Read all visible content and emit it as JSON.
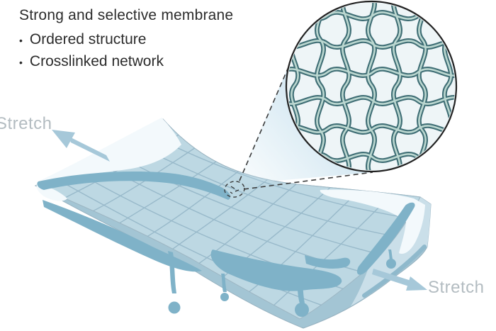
{
  "header": {
    "title": "Strong and selective membrane",
    "bullet_char": "•",
    "bullets": [
      "Ordered structure",
      "Crosslinked network"
    ]
  },
  "diagram": {
    "stretch_label_left": "Stretch",
    "stretch_label_right": "Stretch",
    "colors": {
      "membrane_top": "#bdd8e3",
      "membrane_side": "#a3c5d4",
      "membrane_right_face": "#cadfe9",
      "membrane_grid_line": "#8fb2c4",
      "membrane_dark_patch": "#7fb2c8",
      "membrane_highlight": "#f3f9fc",
      "arrow": "#a6c8d9",
      "label_gray": "#b3bcc1",
      "text_dark": "#2c2c2c",
      "network_tube_dark": "#3f6e75",
      "network_tube_light": "#bcd8d1",
      "inset_background": "#eef5f7",
      "inset_border": "#222222"
    }
  }
}
